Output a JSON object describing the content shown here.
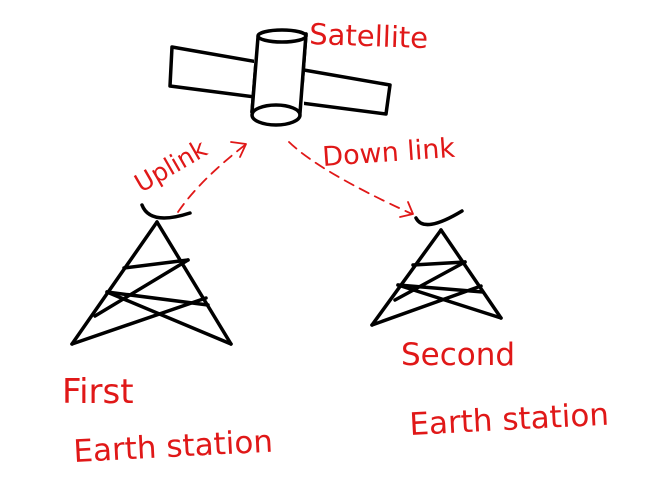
{
  "labels": {
    "satellite": "Satellite",
    "uplink": "Uplink",
    "downlink": "Down link",
    "first_line1": "First",
    "first_line2": "Earth station",
    "second_line1": "Second",
    "second_line2": "Earth station"
  },
  "colors": {
    "ink": "#000000",
    "annotation": "#e01818",
    "background": "#ffffff"
  }
}
